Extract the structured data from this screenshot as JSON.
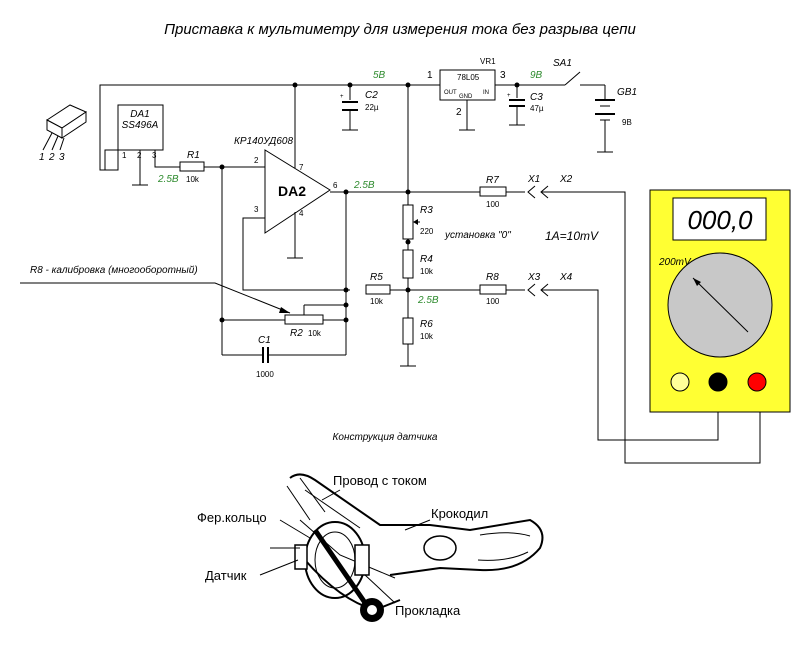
{
  "title": "Приставка к мультиметру для измерения тока без разрыва цепи",
  "colors": {
    "node_voltage": "#2e8b2e",
    "meter_body": "#ffff33",
    "meter_dial": "#c8c8c8",
    "jack_white": "#ffff99",
    "jack_red": "#ff0000"
  },
  "components": {
    "da1": {
      "name": "DA1",
      "part": "SS496A",
      "pins": [
        "1",
        "2",
        "3"
      ]
    },
    "sensor_pins": [
      "1",
      "2",
      "3"
    ],
    "da2": {
      "name": "DA2",
      "part": "КР140УД608",
      "pins": [
        "2",
        "3",
        "7",
        "6",
        "4"
      ]
    },
    "r1": {
      "name": "R1",
      "value": "10k"
    },
    "r2": {
      "name": "R2",
      "value": "10k"
    },
    "r3": {
      "name": "R3",
      "value": "220"
    },
    "r4": {
      "name": "R4",
      "value": "10k"
    },
    "r5": {
      "name": "R5",
      "value": "10k"
    },
    "r6": {
      "name": "R6",
      "value": "10k"
    },
    "r7": {
      "name": "R7",
      "value": "100"
    },
    "r8": {
      "name": "R8",
      "value": "100"
    },
    "c1": {
      "name": "C1",
      "value": "1000"
    },
    "c2": {
      "name": "C2",
      "value": "22µ"
    },
    "c3": {
      "name": "C3",
      "value": "47µ"
    },
    "vr1": {
      "name": "VR1",
      "part": "78L05",
      "out": "OUT",
      "in": "IN",
      "gnd": "GND",
      "pin1": "1",
      "pin2": "2",
      "pin3": "3"
    },
    "sa1": {
      "name": "SA1"
    },
    "gb1": {
      "name": "GB1",
      "value": "9В"
    },
    "x1": "X1",
    "x2": "X2",
    "x3": "X3",
    "x4": "X4"
  },
  "voltages": {
    "v5": "5В",
    "v9": "9В",
    "r1_node": "2.5В",
    "out_node": "2.5В",
    "mid_node": "2.5В"
  },
  "notes": {
    "zero": "установка \"0\"",
    "scale": "1А=10mV",
    "calib": "R8 - калибровка (многооборотный)"
  },
  "meter": {
    "display": "000,0",
    "range": "200mV"
  },
  "sensor": {
    "caption": "Конструкция датчика",
    "labels": {
      "wire": "Провод с током",
      "ring": "Фер.кольцо",
      "clip": "Крокодил",
      "sensor": "Датчик",
      "pad": "Прокладка"
    }
  }
}
